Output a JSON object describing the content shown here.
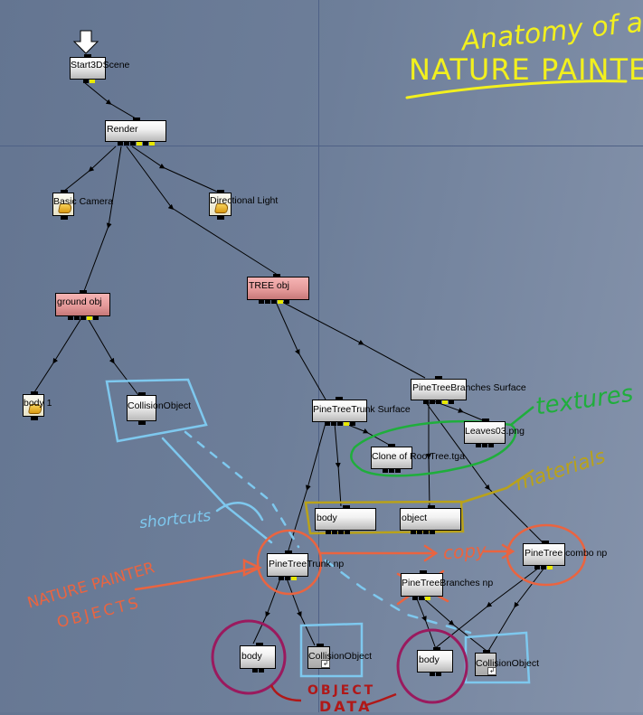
{
  "title": {
    "line1": "Anatomy of a",
    "line2": "NATURE PAINTER",
    "color": "#f2f01e"
  },
  "nodes": {
    "start": {
      "label": "Start3DScene"
    },
    "render": {
      "label": "Render"
    },
    "camera": {
      "label": "Basic Camera"
    },
    "light": {
      "label": "Directional Light"
    },
    "ground": {
      "label": "ground obj"
    },
    "tree": {
      "label": "TREE obj"
    },
    "body1": {
      "label": "body 1"
    },
    "collision1": {
      "label": "CollisionObject"
    },
    "trunk_surface": {
      "label": "PineTreeTrunk Surface"
    },
    "branches_surface": {
      "label": "PineTreeBranches Surface"
    },
    "leaves": {
      "label": "Leaves03.png"
    },
    "clone": {
      "label": "Clone of RootTree.tga"
    },
    "body_mat": {
      "label": "body"
    },
    "object_mat": {
      "label": "object"
    },
    "trunk_np": {
      "label": "PineTreeTrunk np"
    },
    "branches_np": {
      "label": "PineTreeBranches np"
    },
    "combo_np": {
      "label": "PineTree combo np"
    },
    "body_trunk": {
      "label": "body"
    },
    "collision_trunk": {
      "label": "CollisionObject"
    },
    "body_combo": {
      "label": "body"
    },
    "collision_combo": {
      "label": "CollisionObject"
    }
  },
  "annotations": {
    "textures": {
      "text": "textures",
      "color": "#1fae3c"
    },
    "materials": {
      "text": "materials",
      "color": "#b9a21a"
    },
    "shortcuts": {
      "text": "shortcuts",
      "color": "#7ec8ee"
    },
    "copy": {
      "text": "copy",
      "color": "#ea6440"
    },
    "nature_painter_objects_1": {
      "text": "NATURE PAINTER",
      "color": "#ea6440"
    },
    "nature_painter_objects_2": {
      "text": "OBJECTS",
      "color": "#ea6440"
    },
    "object_data_1": {
      "text": "OBJECT",
      "color": "#b01818"
    },
    "object_data_2": {
      "text": "DATA",
      "color": "#b01818"
    },
    "object_data_circle_color": "#9a1a5e"
  },
  "icons": {
    "entry_arrow": "down-arrow-icon",
    "folder": "folder-icon",
    "shortcut": "shortcut-arrow-icon"
  }
}
